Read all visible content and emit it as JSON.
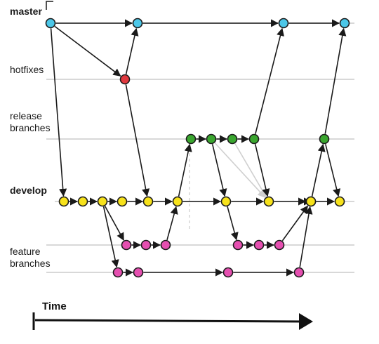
{
  "lanes": [
    {
      "id": "master",
      "label": "master",
      "bold": true
    },
    {
      "id": "hotfixes",
      "label": "hotfixes",
      "bold": false
    },
    {
      "id": "release",
      "label": "release\nbranches",
      "bold": false
    },
    {
      "id": "develop",
      "label": "develop",
      "bold": true
    },
    {
      "id": "feature",
      "label": "feature\nbranches",
      "bold": false
    }
  ],
  "time_label": "Time",
  "colors": {
    "master": "#4cc7e8",
    "hotfixes": "#e0393f",
    "release": "#3aa62f",
    "develop": "#f7e21b",
    "feature": "#e54fb0",
    "lane_line": "#cccccc",
    "edge": "#1a1a1a"
  },
  "commits": [
    {
      "id": "m1",
      "lane": "master"
    },
    {
      "id": "m2",
      "lane": "master"
    },
    {
      "id": "m3",
      "lane": "master"
    },
    {
      "id": "m4",
      "lane": "master"
    },
    {
      "id": "h1",
      "lane": "hotfixes"
    },
    {
      "id": "r1",
      "lane": "release"
    },
    {
      "id": "r2",
      "lane": "release"
    },
    {
      "id": "r3",
      "lane": "release"
    },
    {
      "id": "r4",
      "lane": "release"
    },
    {
      "id": "r5",
      "lane": "release"
    },
    {
      "id": "d1",
      "lane": "develop"
    },
    {
      "id": "d2",
      "lane": "develop"
    },
    {
      "id": "d3",
      "lane": "develop"
    },
    {
      "id": "d4",
      "lane": "develop"
    },
    {
      "id": "d5",
      "lane": "develop"
    },
    {
      "id": "d6",
      "lane": "develop"
    },
    {
      "id": "d7",
      "lane": "develop"
    },
    {
      "id": "d8",
      "lane": "develop"
    },
    {
      "id": "d9",
      "lane": "develop"
    },
    {
      "id": "d10",
      "lane": "develop"
    },
    {
      "id": "d11",
      "lane": "develop"
    },
    {
      "id": "fa1",
      "lane": "feature"
    },
    {
      "id": "fa2",
      "lane": "feature"
    },
    {
      "id": "fa3",
      "lane": "feature"
    },
    {
      "id": "fb1",
      "lane": "feature"
    },
    {
      "id": "fb2",
      "lane": "feature"
    },
    {
      "id": "fb3",
      "lane": "feature"
    },
    {
      "id": "fc1",
      "lane": "feature"
    },
    {
      "id": "fc2",
      "lane": "feature"
    },
    {
      "id": "fc3",
      "lane": "feature"
    },
    {
      "id": "fc4",
      "lane": "feature"
    }
  ],
  "edges": [
    {
      "from": "m1",
      "to": "m2"
    },
    {
      "from": "m2",
      "to": "m3"
    },
    {
      "from": "m3",
      "to": "m4"
    },
    {
      "from": "m1",
      "to": "h1"
    },
    {
      "from": "h1",
      "to": "m2"
    },
    {
      "from": "h1",
      "to": "d5"
    },
    {
      "from": "m1",
      "to": "d1"
    },
    {
      "from": "d1",
      "to": "d2"
    },
    {
      "from": "d2",
      "to": "d3"
    },
    {
      "from": "d3",
      "to": "d4"
    },
    {
      "from": "d4",
      "to": "d5"
    },
    {
      "from": "d5",
      "to": "d6"
    },
    {
      "from": "d6",
      "to": "d7"
    },
    {
      "from": "d7",
      "to": "d8"
    },
    {
      "from": "d8",
      "to": "d9"
    },
    {
      "from": "d9",
      "to": "d10"
    },
    {
      "from": "d10",
      "to": "d11"
    },
    {
      "from": "d6",
      "to": "r1"
    },
    {
      "from": "r1",
      "to": "r2"
    },
    {
      "from": "r2",
      "to": "r3"
    },
    {
      "from": "r3",
      "to": "r4"
    },
    {
      "from": "r2",
      "to": "d7"
    },
    {
      "from": "r4",
      "to": "m3"
    },
    {
      "from": "r4",
      "to": "d8"
    },
    {
      "from": "d10",
      "to": "r5"
    },
    {
      "from": "r5",
      "to": "m4"
    },
    {
      "from": "r5",
      "to": "d11"
    },
    {
      "from": "d3",
      "to": "fa1"
    },
    {
      "from": "fa1",
      "to": "fa2"
    },
    {
      "from": "fa2",
      "to": "fa3"
    },
    {
      "from": "fa3",
      "to": "d6"
    },
    {
      "from": "d3",
      "to": "fc1"
    },
    {
      "from": "fc1",
      "to": "fc2"
    },
    {
      "from": "fc2",
      "to": "fc3"
    },
    {
      "from": "fc3",
      "to": "fc4"
    },
    {
      "from": "fc4",
      "to": "d10"
    },
    {
      "from": "d7",
      "to": "fb1"
    },
    {
      "from": "fb1",
      "to": "fb2"
    },
    {
      "from": "fb2",
      "to": "fb3"
    },
    {
      "from": "fb3",
      "to": "d10"
    }
  ],
  "faded_edges": [
    {
      "from": "r2",
      "to": "d8"
    },
    {
      "from": "r3",
      "to": "d8"
    }
  ]
}
